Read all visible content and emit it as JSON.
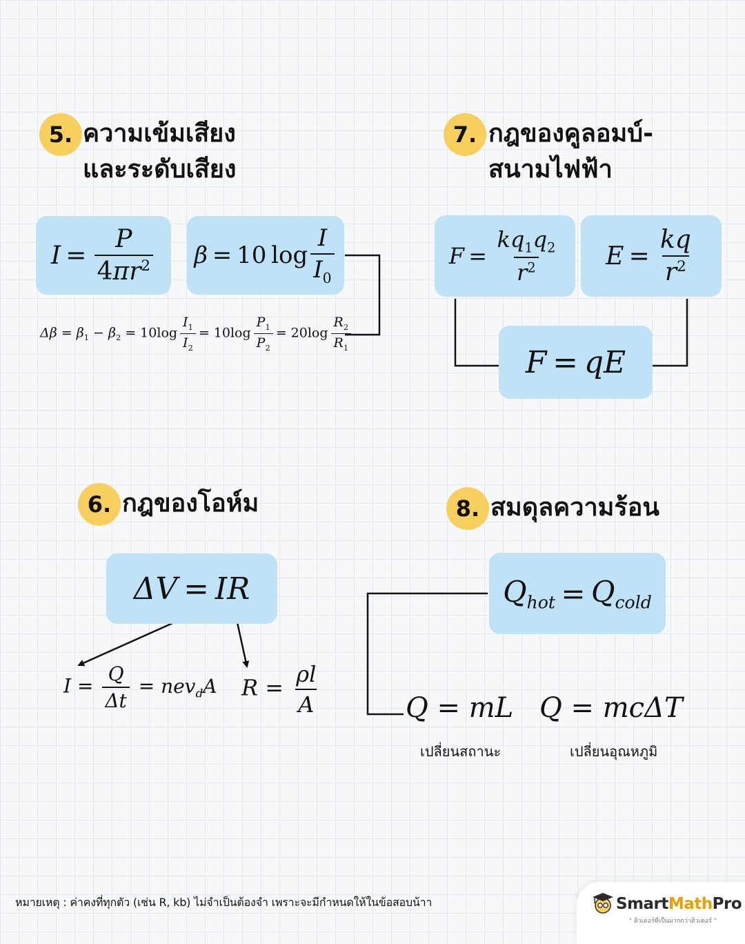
{
  "sections": [
    {
      "number": "5.",
      "title_line1": "ความเข้มเสียง",
      "title_line2": "และระดับเสียง"
    },
    {
      "number": "7.",
      "title_line1": "กฎของคูลอมบ์-",
      "title_line2": "สนามไฟฟ้า"
    },
    {
      "number": "6.",
      "title_line1": "กฎของโอห์ม"
    },
    {
      "number": "8.",
      "title_line1": "สมดุลความร้อน"
    }
  ],
  "labels": {
    "phase_change": "เปลี่ยนสถานะ",
    "temp_change": "เปลี่ยนอุณหภูมิ"
  },
  "footnote": "หมายเหตุ : ค่าคงที่ทุกตัว (เช่น R, kb) ไม่จำเป็นต้องจำ เพราะจะมีกำหนดให้ในข้อสอบน้าา",
  "brand": {
    "name_part1": "Smart",
    "name_part2": "Math",
    "name_part3": "Pro",
    "tagline": "\" ติวเตอร์ที่เป็นมากกว่าติวเตอร์ \""
  },
  "colors": {
    "formula_box": "#bfe2f6",
    "badge": "#f7cf5f",
    "accent": "#e8a000"
  }
}
